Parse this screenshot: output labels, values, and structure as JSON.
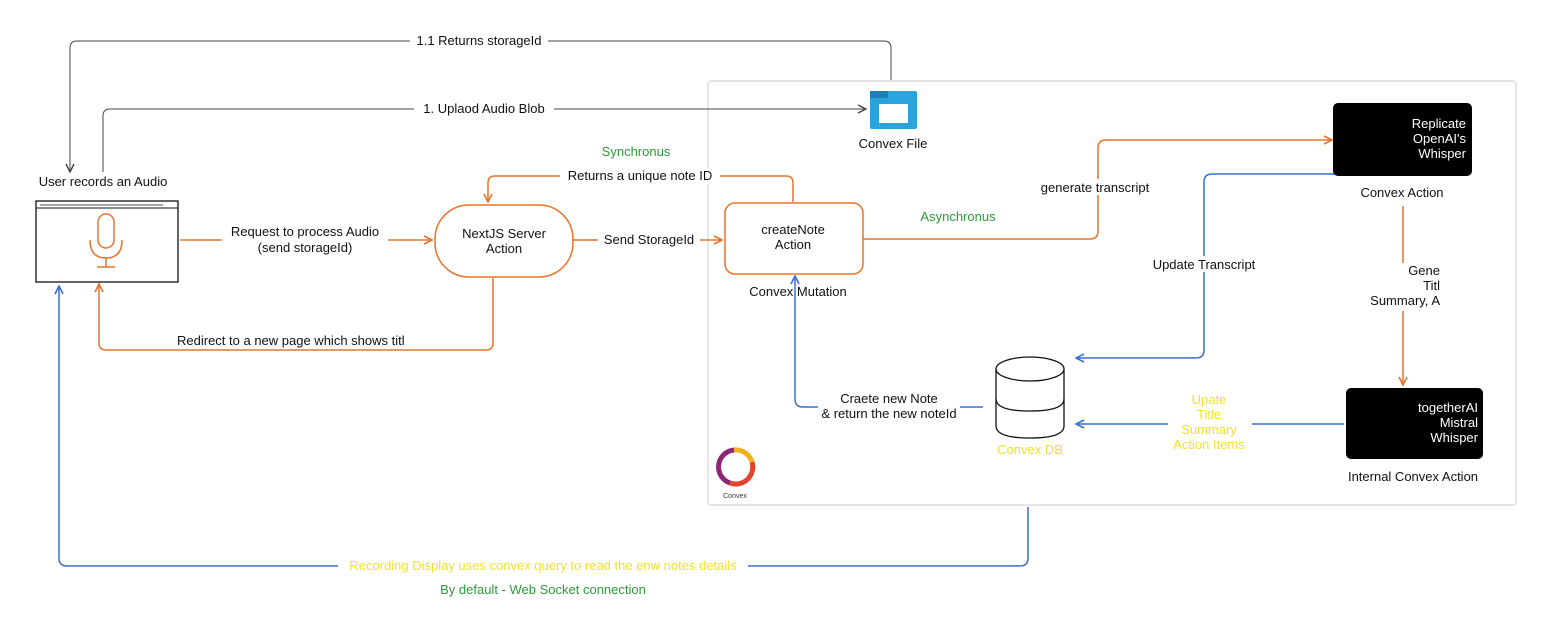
{
  "actors": {
    "user_label": "User records an Audio",
    "nextjs_label": [
      "NextJS Server",
      "Action"
    ],
    "create_note_label": [
      "createNote",
      "Action"
    ],
    "convex_mutation_label": "Convex Mutation",
    "convex_file_label": "Convex File",
    "replicate_label": [
      "Replicate",
      "OpenAI's",
      "Whisper"
    ],
    "convex_action_label": "Convex Action",
    "together_label": [
      "togetherAI",
      "Mistral",
      "Whisper"
    ],
    "internal_action_label": "Internal Convex Action",
    "convex_db_label": "Convex DB",
    "convex_logo_label": "Convex"
  },
  "edges": {
    "returns_storage": "1.1 Returns storageId",
    "upload_blob": "1. Uplaod Audio Blob",
    "request_process": [
      "Request to process Audio",
      "(send storageId)"
    ],
    "redirect": "Redirect to a new page which shows titl",
    "synchronus": "Synchronus",
    "returns_note_id": "Returns a unique note ID",
    "send_storage": "Send StorageId",
    "asynchronus": "Asynchronus",
    "generate_transcript": "generate transcript",
    "update_transcript": "Update Transcript",
    "generate_summary": [
      "Gene",
      "Titl",
      "Summary, A"
    ],
    "create_note": [
      "Craete new Note",
      "& return the new noteId"
    ],
    "update_fields": [
      "Upate",
      "Title",
      "Summary",
      "Action Items"
    ],
    "recording_display": "Recording Display uses convex query to read the enw notes details",
    "web_socket": "By default - Web Socket connection"
  },
  "colors": {
    "orange": "#e8732a",
    "blue": "#3a6fd0",
    "black": "#000000",
    "green": "#2e9a3a",
    "yellow": "#f2e12a",
    "grey": "#444444",
    "folder_blue": "#29a4dc"
  }
}
